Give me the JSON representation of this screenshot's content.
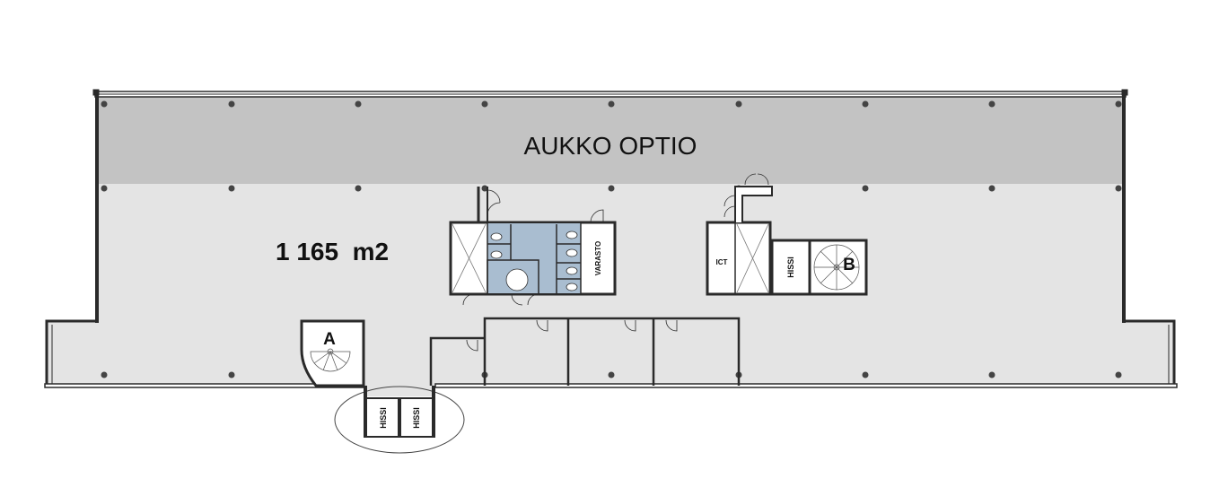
{
  "plan": {
    "opening_option_label": "AUKKO OPTIO",
    "area_label": "1 165  m2",
    "storage_label": "VARASTO",
    "ict_label": "ICT",
    "elevator_label": "HISSI",
    "stair_a_label": "A",
    "stair_b_label": "B"
  },
  "colors": {
    "option_band": "#c3c3c3",
    "floor": "#e4e4e4",
    "restroom": "#a9bdd0",
    "wall": "#2a2a2a"
  }
}
